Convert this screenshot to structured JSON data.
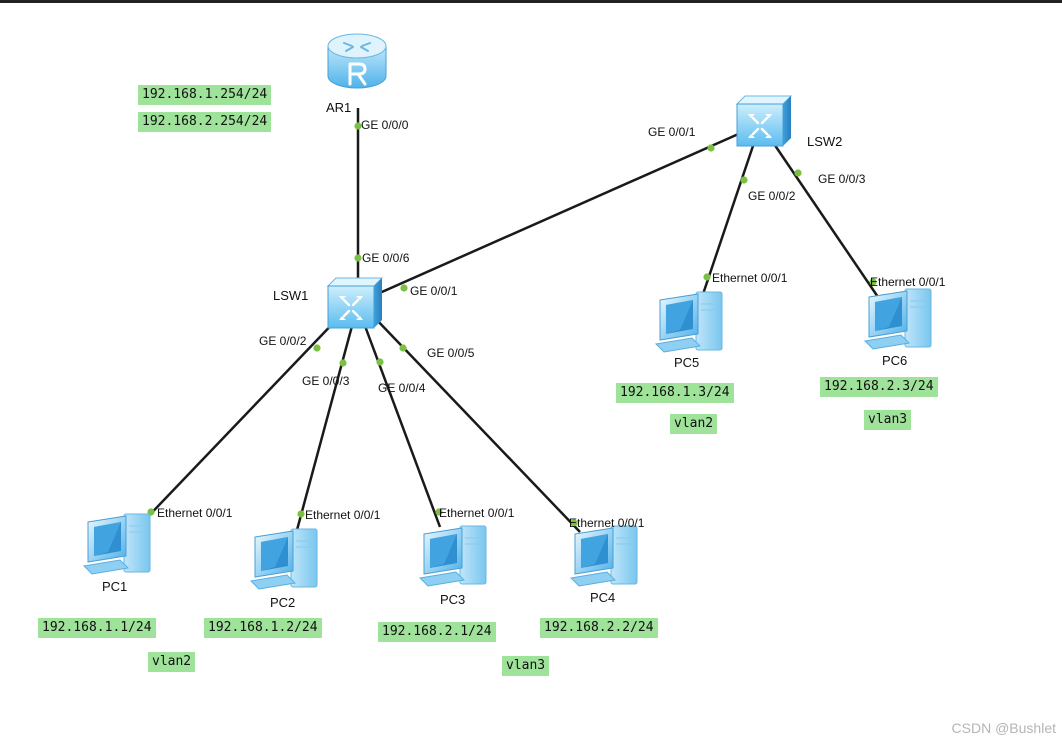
{
  "devices": {
    "ar1": "AR1",
    "lsw1": "LSW1",
    "lsw2": "LSW2",
    "pc1": "PC1",
    "pc2": "PC2",
    "pc3": "PC3",
    "pc4": "PC4",
    "pc5": "PC5",
    "pc6": "PC6"
  },
  "ports": {
    "ar1_ge000": "GE 0/0/0",
    "lsw1_ge006": "GE 0/0/6",
    "lsw1_ge001": "GE 0/0/1",
    "lsw1_ge002": "GE 0/0/2",
    "lsw1_ge003": "GE 0/0/3",
    "lsw1_ge004": "GE 0/0/4",
    "lsw1_ge005": "GE 0/0/5",
    "lsw2_ge001": "GE 0/0/1",
    "lsw2_ge002": "GE 0/0/2",
    "lsw2_ge003": "GE 0/0/3",
    "pc1_eth": "Ethernet 0/0/1",
    "pc2_eth": "Ethernet 0/0/1",
    "pc3_eth": "Ethernet 0/0/1",
    "pc4_eth": "Ethernet 0/0/1",
    "pc5_eth": "Ethernet 0/0/1",
    "pc6_eth": "Ethernet 0/0/1"
  },
  "tags": {
    "ar1_ip1": "192.168.1.254/24",
    "ar1_ip2": "192.168.2.254/24",
    "pc1_ip": "192.168.1.1/24",
    "pc2_ip": "192.168.1.2/24",
    "pc3_ip": "192.168.2.1/24",
    "pc4_ip": "192.168.2.2/24",
    "pc5_ip": "192.168.1.3/24",
    "pc6_ip": "192.168.2.3/24",
    "vlan_pc1": "vlan2",
    "vlan_pc3": "vlan3",
    "vlan_pc5": "vlan2",
    "vlan_pc6": "vlan3"
  },
  "watermark": "CSDN @Bushlet",
  "colors": {
    "tag_bg": "#9fe39a",
    "link": "#1a1a1a",
    "port_dot": "#7ac143",
    "device_blue": "#5bbcf0"
  }
}
